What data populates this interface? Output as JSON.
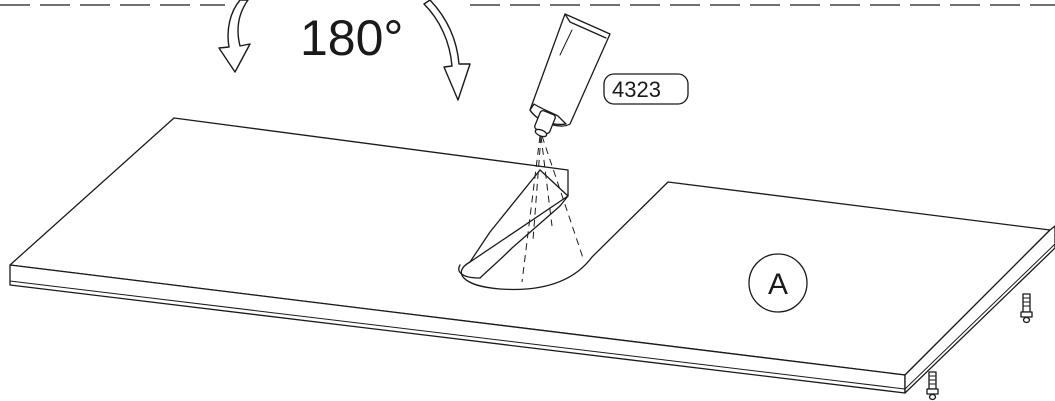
{
  "rotation": {
    "angle_label": "180°"
  },
  "product": {
    "code": "4323"
  },
  "part": {
    "label": "A"
  }
}
